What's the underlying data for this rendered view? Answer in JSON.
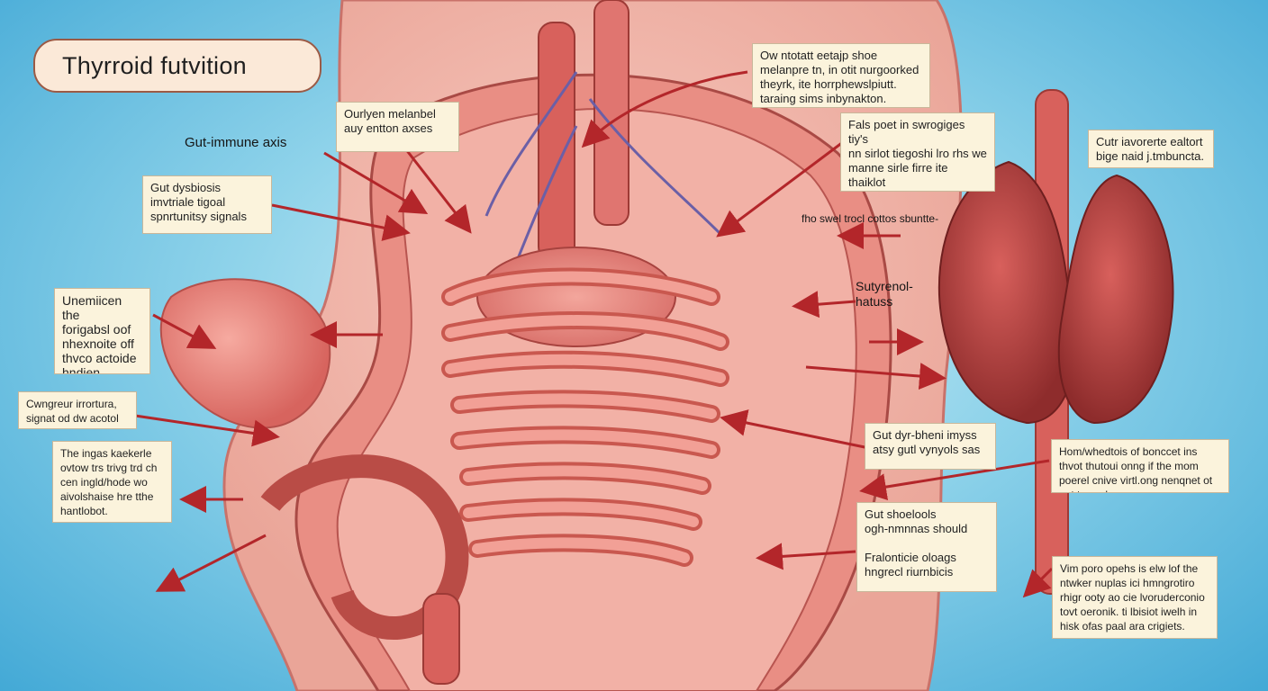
{
  "title": "Thyrroid futvition",
  "headings": {
    "gut_immune_axis": "Gut-immune axis",
    "sutyrenol_hatuss": "Sutyrenol-\nhatuss",
    "row_label": "fho swel trocl cottos sbuntte-"
  },
  "labels": {
    "top_center": "Ourlyen melanbel\nauy entton axses",
    "gut_dysbiosis": "Gut dysbiosis\nimvtriale tigoal\nspnrtunitsy signals",
    "top_right": "Ow ntotatt eetajp shoe\nmelanpre tn, in otit nurgoorked\ntheyrk, ite horrphewslpiutt.\ntaraing sims inbynakton.",
    "mid_right": "Fals poet in swrogiges tiy's\nnn sirlot tiegoshi lro rhs we\nmanne sirle firre ite thaiklot\nto rolnpeisle lhe itire youte\nthyborid the paltat.",
    "far_right_top": "Cutr iavorerte ealtort\nbige naid j.tmbuncta.",
    "left_mid": "Unemiicen the\nforigabsl oof\nnhexnoite off\nthvco actoide\nhndien.",
    "left_small": "Cwngreur irrortura,\nsignat od dw acotol",
    "left_bottom": "The ingas kaekerle\novtow trs trivg trd ch\ncen ingld/hode wo\naivolshaise hre tthe\nhantlobot.",
    "gut_dysbiosis_right": "Gut dyr-bheni imyss\natsy gutl vynyols sas",
    "gut_shoelools": "Gut shoelools\nogh-nmnnas should\n\nFralonticie oloags\nhngrecl riurnbicis",
    "right_lower": "Hom/whedtois of bonccet ins\nthvot thutoui onng if the mom\npoerel cnive virtl.ong nenqnet ot\nnot toreed",
    "right_bottom": "Vim poro opehs is elw lof the\nntwker nuplas ici hmngrotiro\nrhigr ooty ao cie lvoruderconio\ntovt oeronik. ti lbisiot iwelh in\nhisk ofas paal ara crigiets."
  },
  "colors": {
    "arrow": "#b3262a",
    "tissue": "#e58a80",
    "thyroid": "#b5413f",
    "box_fill": "#fbf3dc",
    "background": "#5db9df"
  }
}
